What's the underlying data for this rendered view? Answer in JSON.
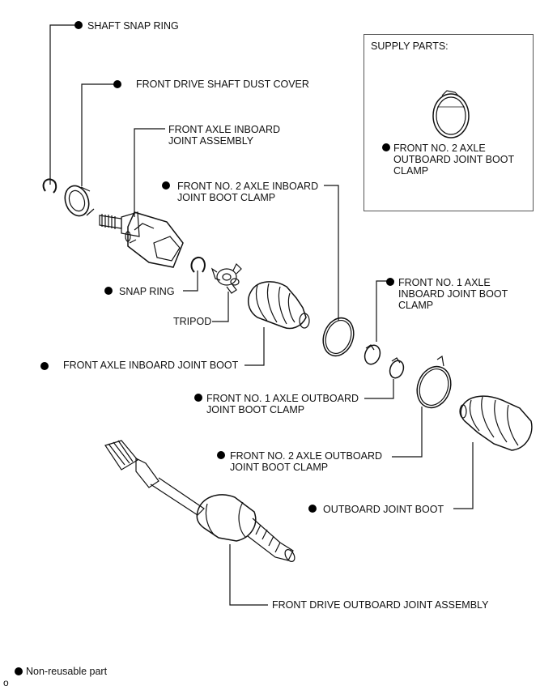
{
  "supply_box": {
    "title": "SUPPLY PARTS:",
    "part_label": "FRONT NO. 2 AXLE\nOUTBOARD JOINT BOOT\nCLAMP"
  },
  "labels": {
    "shaft_snap_ring": "SHAFT SNAP RING",
    "dust_cover": "FRONT DRIVE SHAFT DUST COVER",
    "inboard_joint_assembly": "FRONT AXLE INBOARD\nJOINT ASSEMBLY",
    "no2_inboard_clamp": "FRONT NO. 2 AXLE INBOARD\nJOINT BOOT CLAMP",
    "snap_ring": "SNAP RING",
    "tripod": "TRIPOD",
    "no1_inboard_clamp": "FRONT NO. 1 AXLE\nINBOARD JOINT BOOT\nCLAMP",
    "inboard_joint_boot": "FRONT AXLE INBOARD JOINT BOOT",
    "no1_outboard_clamp": "FRONT NO. 1 AXLE OUTBOARD\nJOINT BOOT CLAMP",
    "no2_outboard_clamp": "FRONT NO. 2 AXLE OUTBOARD\nJOINT BOOT CLAMP",
    "outboard_joint_boot": "OUTBOARD JOINT BOOT",
    "outboard_joint_assembly": "FRONT DRIVE OUTBOARD JOINT ASSEMBLY"
  },
  "legend": {
    "symbol": "filled-circle",
    "text": "Non-reusable part"
  },
  "figure_code": "o"
}
